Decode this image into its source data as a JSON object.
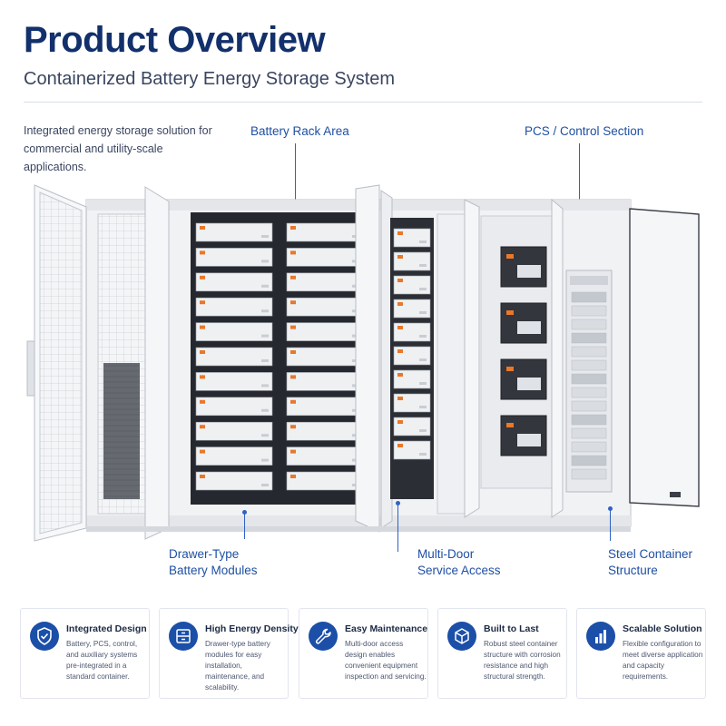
{
  "header": {
    "title": "Product Overview",
    "subtitle": "Containerized Battery Energy Storage System"
  },
  "intro": "Integrated energy storage solution for commercial and utility-scale applications.",
  "callouts": {
    "battery_rack": "Battery Rack Area",
    "pcs_control": "PCS / Control Section",
    "drawer_modules_1": "Drawer-Type",
    "drawer_modules_2": "Battery Modules",
    "multi_door_1": "Multi-Door",
    "multi_door_2": "Service Access",
    "steel_container_1": "Steel Container",
    "steel_container_2": "Structure"
  },
  "features": [
    {
      "icon": "shield-check-icon",
      "title": "Integrated Design",
      "text": "Battery, PCS, control, and auxiliary systems pre-integrated in a standard container."
    },
    {
      "icon": "battery-drawer-icon",
      "title": "High Energy Density",
      "text": "Drawer-type battery modules for easy installation, maintenance, and scalability."
    },
    {
      "icon": "wrench-icon",
      "title": "Easy Maintenance",
      "text": "Multi-door access design enables convenient equipment inspection and servicing."
    },
    {
      "icon": "cube-icon",
      "title": "Built to Last",
      "text": "Robust steel container structure with corrosion resistance and high structural strength."
    },
    {
      "icon": "bar-chart-icon",
      "title": "Scalable Solution",
      "text": "Flexible configuration to meet diverse application and capacity requirements."
    }
  ],
  "colors": {
    "accent": "#1b4fa8",
    "title": "#12306b",
    "callout": "#1e4fa3",
    "battery_accent": "#e8782a"
  }
}
